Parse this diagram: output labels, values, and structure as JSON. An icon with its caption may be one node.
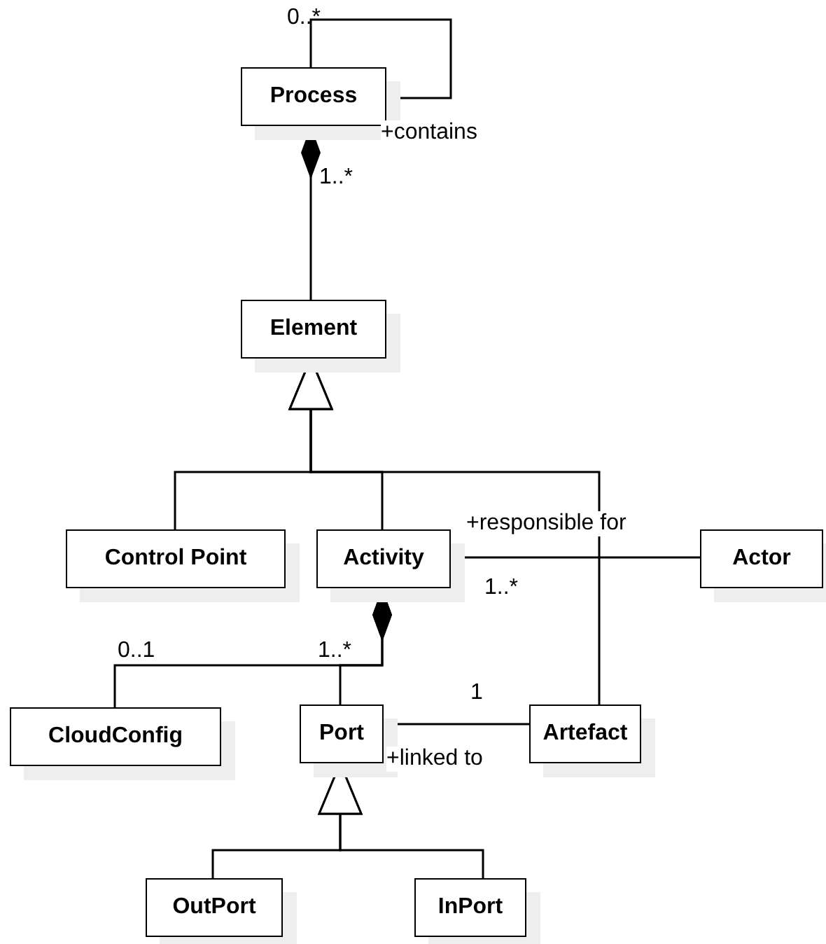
{
  "diagram": {
    "nodes": [
      {
        "text": [
          "Process"
        ]
      },
      {
        "text": [
          "Element"
        ]
      },
      {
        "text": [
          "Control Point"
        ]
      },
      {
        "text": [
          "Activity"
        ]
      },
      {
        "text": [
          "Actor"
        ]
      },
      {
        "text": [
          "CloudConfig"
        ]
      },
      {
        "text": [
          "Port"
        ]
      },
      {
        "text": [
          "Artefact"
        ]
      },
      {
        "text": [
          "OutPort"
        ]
      },
      {
        "text": [
          "InPort"
        ]
      }
    ],
    "edges": [
      {
        "from": 0,
        "to": 0,
        "arrow": "none",
        "label": "+contains"
      },
      {
        "from": 0,
        "to": 1,
        "arrow": "other"
      },
      {
        "from": 2,
        "to": 1,
        "arrow": "to"
      },
      {
        "from": 3,
        "to": 1,
        "arrow": "to"
      },
      {
        "from": 7,
        "to": 1,
        "arrow": "to"
      },
      {
        "from": 3,
        "to": 4,
        "arrow": "none",
        "label": "+responsible for"
      },
      {
        "from": 3,
        "to": 5,
        "arrow": "other"
      },
      {
        "from": 3,
        "to": 6,
        "arrow": "other"
      },
      {
        "from": 6,
        "to": 7,
        "arrow": "none",
        "label": "+linked to"
      },
      {
        "from": 8,
        "to": 6,
        "arrow": "to"
      },
      {
        "from": 9,
        "to": 6,
        "arrow": "to"
      }
    ],
    "labels": [
      "0..*",
      "1..*",
      "1..*",
      "0..1",
      "1..*",
      "1"
    ]
  }
}
